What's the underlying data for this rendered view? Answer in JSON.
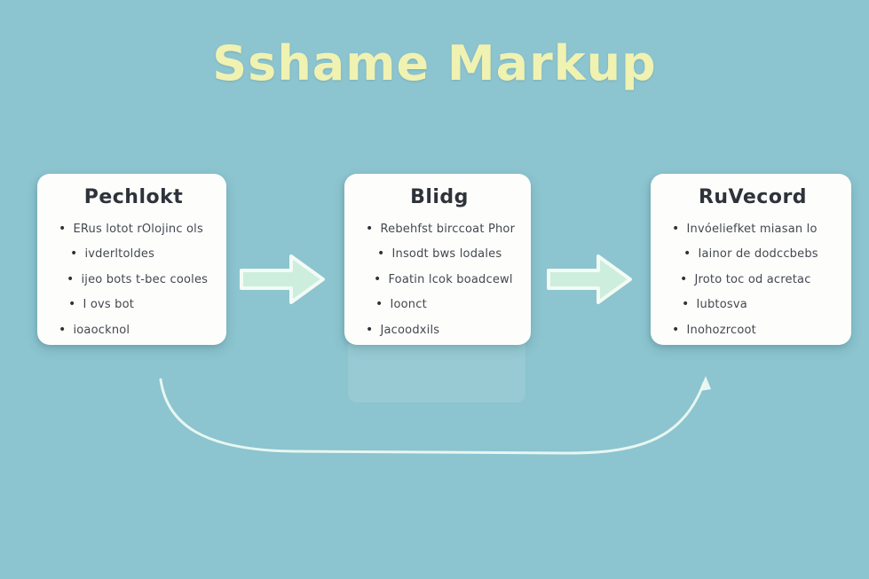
{
  "title": "Sshame Markup",
  "colors": {
    "background": "#8cc4cf",
    "title": "#f0f2b2",
    "card_bg": "#fdfdfc",
    "card_text": "#3b4046",
    "arrow_fill": "#cdeedd",
    "arrow_stroke": "#f2fbf5",
    "curve": "#ecf9f2"
  },
  "cards": [
    {
      "title": "Pechlokt",
      "bullets": [
        "ERus lotot rOlojinc ols",
        "ivderltoldes",
        "ijeo bots t-bec cooles",
        "I ovs bot",
        "ioaocknol"
      ]
    },
    {
      "title": "Blidg",
      "bullets": [
        "Rebehfst birccoat Phor",
        "Insodt bws lodales",
        "Foatin lcok boadcewl",
        "Ioonct",
        "Jacoodxils"
      ]
    },
    {
      "title": "RuVecord",
      "bullets": [
        "Invóeliefket miasan lo",
        "Iainor de dodccbebs",
        "Jroto toc od acretac",
        "Iubtosva",
        "Inohozrcoot"
      ]
    }
  ],
  "arrows": [
    {
      "name": "arrow-stage1-to-stage2"
    },
    {
      "name": "arrow-stage2-to-stage3"
    }
  ]
}
